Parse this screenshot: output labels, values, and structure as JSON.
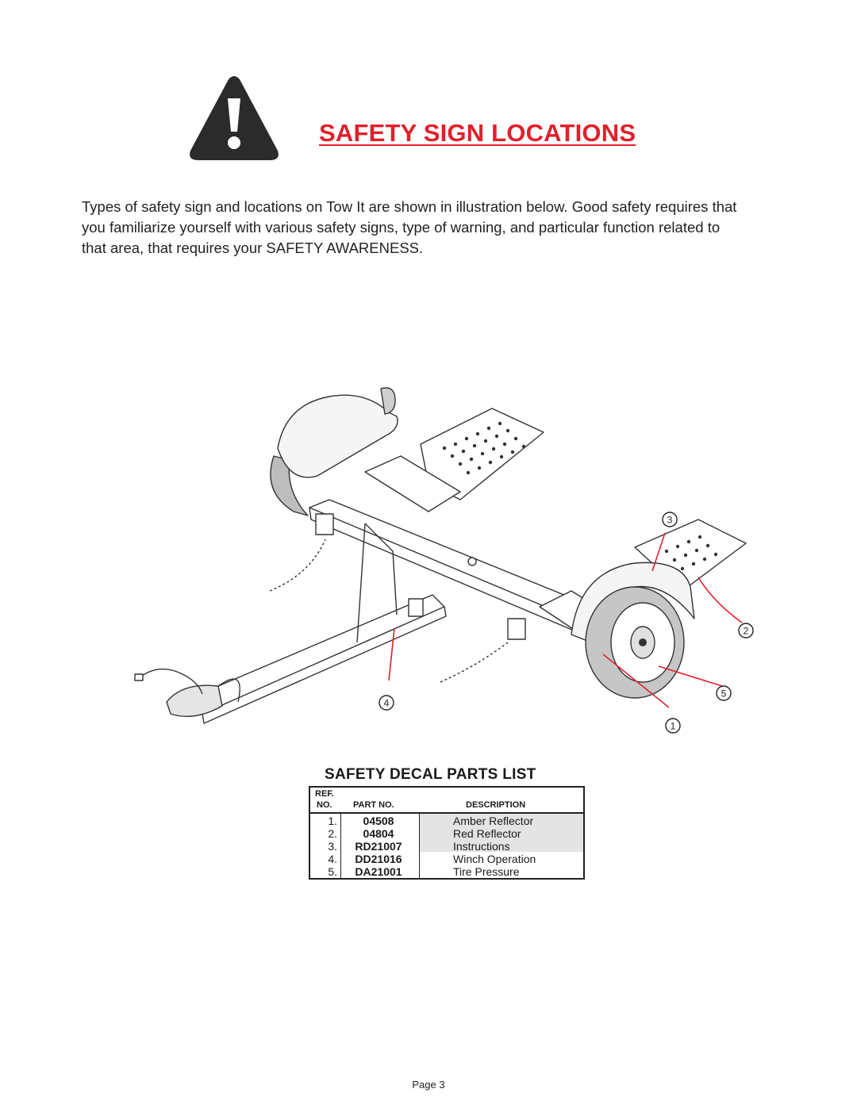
{
  "header": {
    "title": "SAFETY SIGN LOCATIONS",
    "icon": "warning-icon"
  },
  "intro": {
    "text": "Types of safety sign and locations on Tow It  are shown in illustration below.  Good safety requires that you familiarize yourself with various safety signs, type of warning, and particular function related to that area, that requires your SAFETY AWARENESS."
  },
  "illustration": {
    "callouts": [
      "3",
      "2",
      "5",
      "4",
      "1"
    ],
    "callout_color": "#e0202a"
  },
  "parts_list": {
    "title": "SAFETY DECAL PARTS LIST",
    "headers": {
      "ref_line1": "REF.",
      "ref_line2": "NO.",
      "part": "PART NO.",
      "desc": "DESCRIPTION"
    },
    "rows": [
      {
        "ref": "1.",
        "part": "04508",
        "desc": "Amber  Reflector"
      },
      {
        "ref": "2.",
        "part": "04804",
        "desc": "Red  Reflector"
      },
      {
        "ref": "3.",
        "part": "RD21007",
        "desc": "Instructions"
      },
      {
        "ref": "4.",
        "part": "DD21016",
        "desc": "Winch  Operation"
      },
      {
        "ref": "5.",
        "part": "DA21001",
        "desc": "Tire  Pressure"
      }
    ]
  },
  "footer": {
    "page": "Page  3"
  }
}
